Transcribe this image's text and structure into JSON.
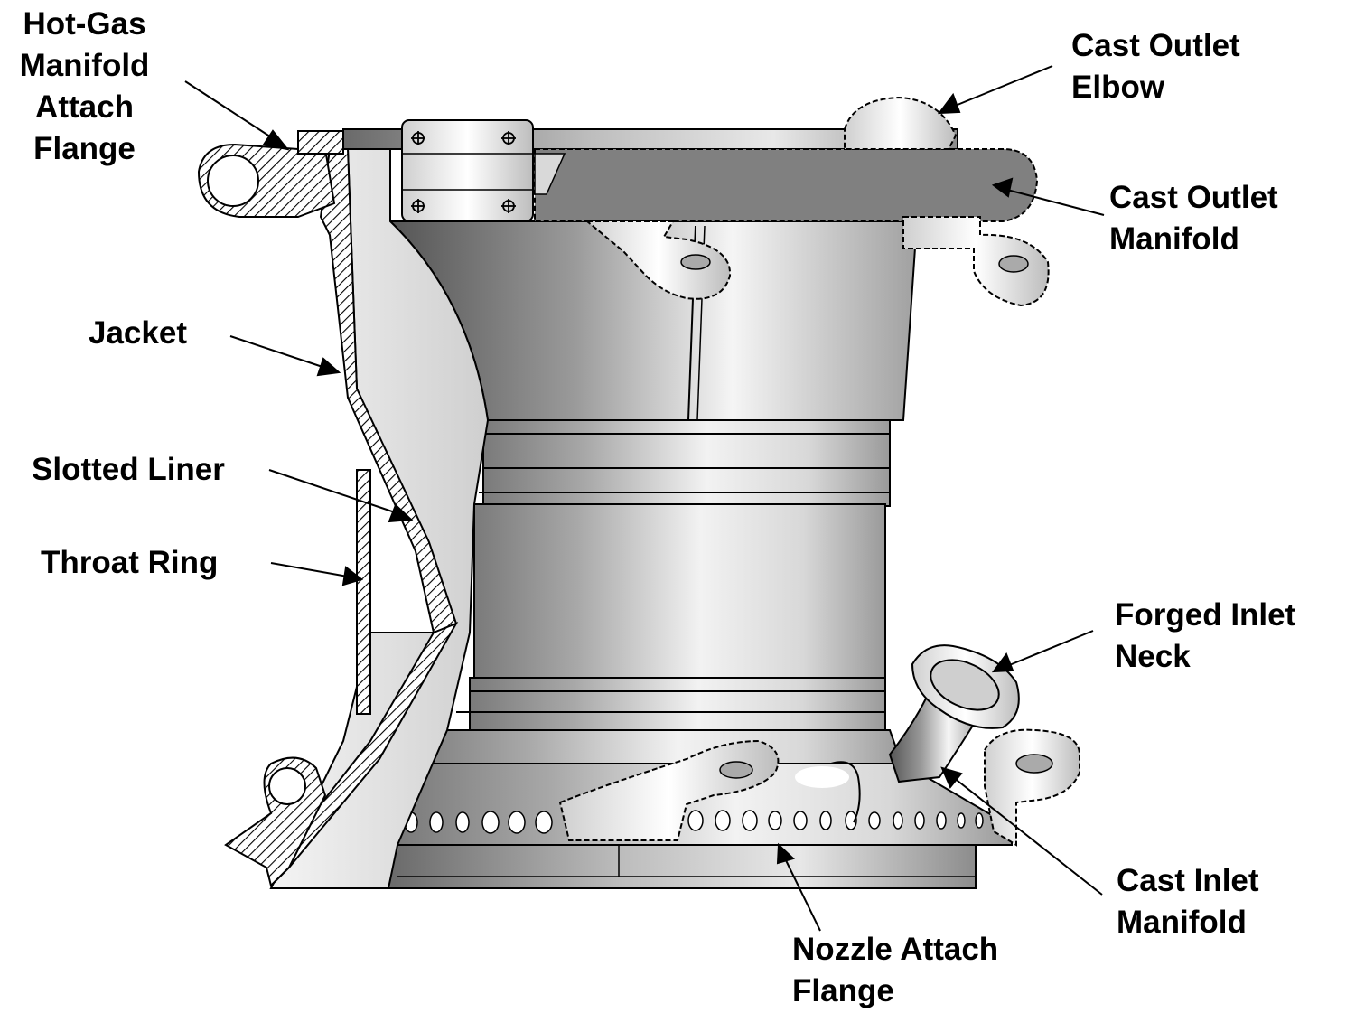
{
  "labels": {
    "hot_gas": [
      "Hot-Gas",
      "Manifold",
      "Attach",
      "Flange"
    ],
    "jacket": [
      "Jacket"
    ],
    "slotted_liner": [
      "Slotted Liner"
    ],
    "throat_ring": [
      "Throat Ring"
    ],
    "cast_outlet_elbow": [
      "Cast Outlet",
      "Elbow"
    ],
    "cast_outlet_manifold": [
      "Cast Outlet",
      "Manifold"
    ],
    "forged_inlet_neck": [
      "Forged Inlet",
      "Neck"
    ],
    "cast_inlet_manifold": [
      "Cast Inlet",
      "Manifold"
    ],
    "nozzle_attach_flange": [
      "Nozzle Attach",
      "Flange"
    ]
  },
  "colors": {
    "ink": "#000000",
    "manifold": "#808080",
    "light": "#e6e6e6",
    "mid": "#b3b3b3",
    "dark": "#5a5a5a"
  }
}
